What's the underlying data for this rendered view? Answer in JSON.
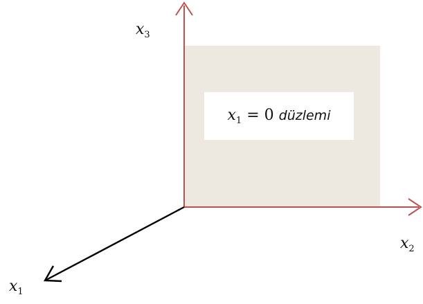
{
  "colors": {
    "plane_fill": "#ede9e0",
    "axis_red": "#c0504d",
    "axis_black": "#000000",
    "label_box": "#ffffff"
  },
  "axes": {
    "x3": {
      "symbol": "x",
      "index": "3"
    },
    "x2": {
      "symbol": "x",
      "index": "2"
    },
    "x1": {
      "symbol": "x",
      "index": "1"
    }
  },
  "plane_label": {
    "variable": "x",
    "index": "1",
    "equation": "= 0",
    "word": "düzlemi"
  }
}
